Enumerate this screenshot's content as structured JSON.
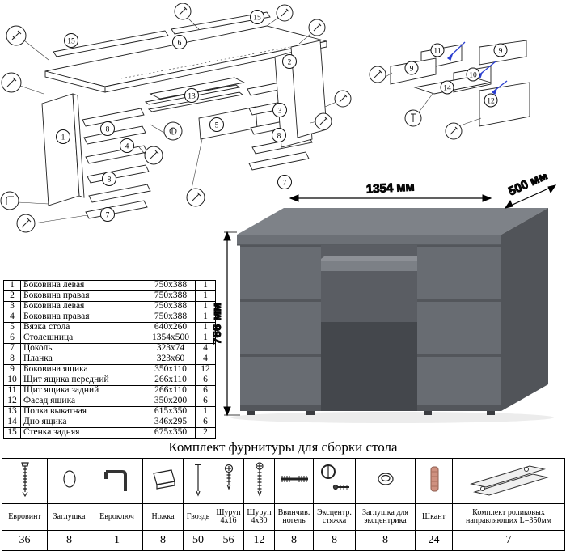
{
  "diagram_main": {
    "labels": [
      "15",
      "6",
      "15",
      "2",
      "1",
      "8",
      "4",
      "8",
      "7",
      "13",
      "5",
      "3",
      "8",
      "7"
    ]
  },
  "diagram_drawer": {
    "labels": [
      "11",
      "9",
      "9",
      "10",
      "14",
      "12"
    ]
  },
  "desk": {
    "dimensions": {
      "width": "1354 мм",
      "depth": "500 мм",
      "height": "766 мм"
    }
  },
  "parts_table": {
    "rows": [
      {
        "num": "1",
        "name": "Боковина левая",
        "size": "750x388",
        "qty": "1"
      },
      {
        "num": "2",
        "name": "Боковина правая",
        "size": "750x388",
        "qty": "1"
      },
      {
        "num": "3",
        "name": "Боковина левая",
        "size": "750x388",
        "qty": "1"
      },
      {
        "num": "4",
        "name": "Боковина правая",
        "size": "750x388",
        "qty": "1"
      },
      {
        "num": "5",
        "name": "Вязка стола",
        "size": "640x260",
        "qty": "1"
      },
      {
        "num": "6",
        "name": "Столешница",
        "size": "1354x500",
        "qty": "1"
      },
      {
        "num": "7",
        "name": "Цоколь",
        "size": "323x74",
        "qty": "4"
      },
      {
        "num": "8",
        "name": "Планка",
        "size": "323x60",
        "qty": "4"
      },
      {
        "num": "9",
        "name": "Боковина ящика",
        "size": "350x110",
        "qty": "12"
      },
      {
        "num": "10",
        "name": "Щит ящика передний",
        "size": "266x110",
        "qty": "6"
      },
      {
        "num": "11",
        "name": "Щит ящика задний",
        "size": "266x110",
        "qty": "6"
      },
      {
        "num": "12",
        "name": "Фасад ящика",
        "size": "350x200",
        "qty": "6"
      },
      {
        "num": "13",
        "name": "Полка выкатная",
        "size": "615x350",
        "qty": "1"
      },
      {
        "num": "14",
        "name": "Дно ящика",
        "size": "346x295",
        "qty": "6"
      },
      {
        "num": "15",
        "name": "Стенка задняя",
        "size": "675x350",
        "qty": "2"
      }
    ]
  },
  "hardware": {
    "title": "Комплект фурнитуры для сборки стола",
    "items": [
      {
        "name": "Евровинт",
        "qty": "36",
        "icon": "confirmat-screw"
      },
      {
        "name": "Заглушка",
        "qty": "8",
        "icon": "plug-cap"
      },
      {
        "name": "Евроключ",
        "qty": "1",
        "icon": "hex-key"
      },
      {
        "name": "Ножка",
        "qty": "8",
        "icon": "furniture-foot"
      },
      {
        "name": "Гвоздь",
        "qty": "50",
        "icon": "nail"
      },
      {
        "name": "Шуруп 4x16",
        "qty": "56",
        "icon": "screw-short"
      },
      {
        "name": "Шуруп 4x30",
        "qty": "12",
        "icon": "screw-long"
      },
      {
        "name": "Ввинчив. ногель",
        "qty": "8",
        "icon": "dowel-screw"
      },
      {
        "name": "Эксцентр. стяжка",
        "qty": "8",
        "icon": "cam-lock"
      },
      {
        "name": "Заглушка для эксцентрика",
        "qty": "8",
        "icon": "cam-cover"
      },
      {
        "name": "Шкант",
        "qty": "24",
        "icon": "wood-dowel"
      },
      {
        "name": "Комплект роликовых направляющих L=350мм",
        "qty": "7",
        "icon": "drawer-slides"
      }
    ]
  }
}
